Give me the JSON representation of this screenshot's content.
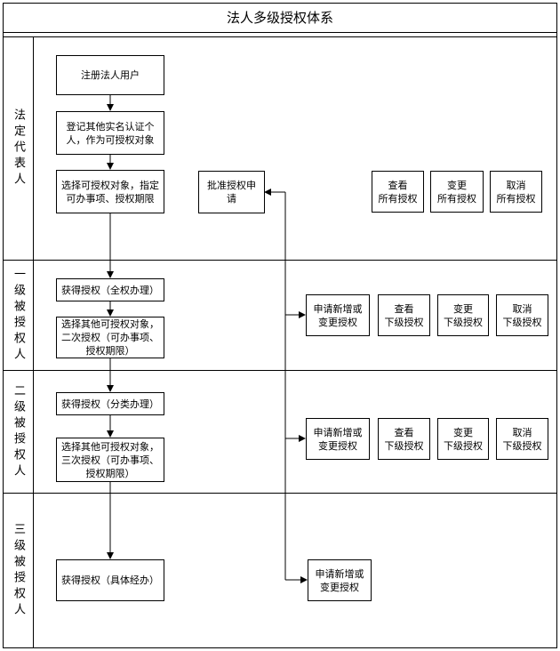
{
  "title": "法人多级授权体系",
  "lanes": {
    "legal_rep": "法定代表人",
    "level1": "一级被授权人",
    "level2": "二级被授权人",
    "level3": "三级被授权人"
  },
  "legal_rep": {
    "register": "注册法人用户",
    "real_name": "登记其他实名认证个\n人，作为可授权对象",
    "select": "选择可授权对象，指定\n可办事项、授权期限",
    "approve": "批准授权申请",
    "view_all": "查看\n所有授权",
    "change_all": "变更\n所有授权",
    "cancel_all": "取消\n所有授权"
  },
  "level1": {
    "obtain": "获得授权（全权办理）",
    "select": "选择其他可授权对象，\n二次授权（可办事项、\n授权期限）",
    "apply": "申请新增或\n变更授权",
    "view": "查看\n下级授权",
    "change": "变更\n下级授权",
    "cancel": "取消\n下级授权"
  },
  "level2": {
    "obtain": "获得授权（分类办理）",
    "select": "选择其他可授权对象，\n三次授权（可办事项、\n授权期限）",
    "apply": "申请新增或\n变更授权",
    "view": "查看\n下级授权",
    "change": "变更\n下级授权",
    "cancel": "取消\n下级授权"
  },
  "level3": {
    "obtain": "获得授权（具体经办）",
    "apply": "申请新增或\n变更授权"
  }
}
